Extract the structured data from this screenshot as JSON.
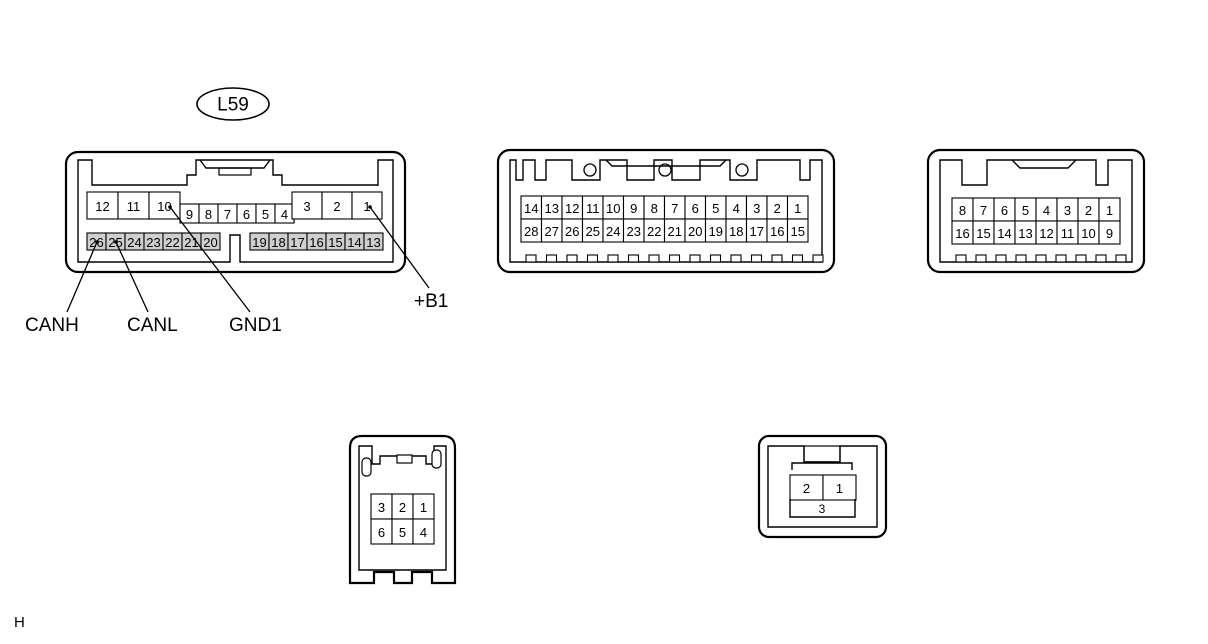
{
  "connector_label": "L59",
  "signals": {
    "canh": "CANH",
    "canl": "CANL",
    "gnd1": "GND1",
    "b1": "+B1"
  },
  "connectors": [
    {
      "id": "L59",
      "top_row": [
        "12",
        "11",
        "10",
        "9",
        "8",
        "7",
        "6",
        "5",
        "4",
        "3",
        "2",
        "1"
      ],
      "bottom_row": [
        "26",
        "25",
        "24",
        "23",
        "22",
        "21",
        "20",
        "19",
        "18",
        "17",
        "16",
        "15",
        "14",
        "13"
      ]
    },
    {
      "id": "28-pin",
      "top_row": [
        "14",
        "13",
        "12",
        "11",
        "10",
        "9",
        "8",
        "7",
        "6",
        "5",
        "4",
        "3",
        "2",
        "1"
      ],
      "bottom_row": [
        "28",
        "27",
        "26",
        "25",
        "24",
        "23",
        "22",
        "21",
        "20",
        "19",
        "18",
        "17",
        "16",
        "15"
      ]
    },
    {
      "id": "16-pin",
      "top_row": [
        "8",
        "7",
        "6",
        "5",
        "4",
        "3",
        "2",
        "1"
      ],
      "bottom_row": [
        "16",
        "15",
        "14",
        "13",
        "12",
        "11",
        "10",
        "9"
      ]
    },
    {
      "id": "6-pin",
      "top_row": [
        "3",
        "2",
        "1"
      ],
      "bottom_row": [
        "6",
        "5",
        "4"
      ]
    },
    {
      "id": "3-pin",
      "top_row": [
        "2",
        "1"
      ],
      "bottom_row": [
        "3"
      ]
    }
  ],
  "corner_mark": "H"
}
